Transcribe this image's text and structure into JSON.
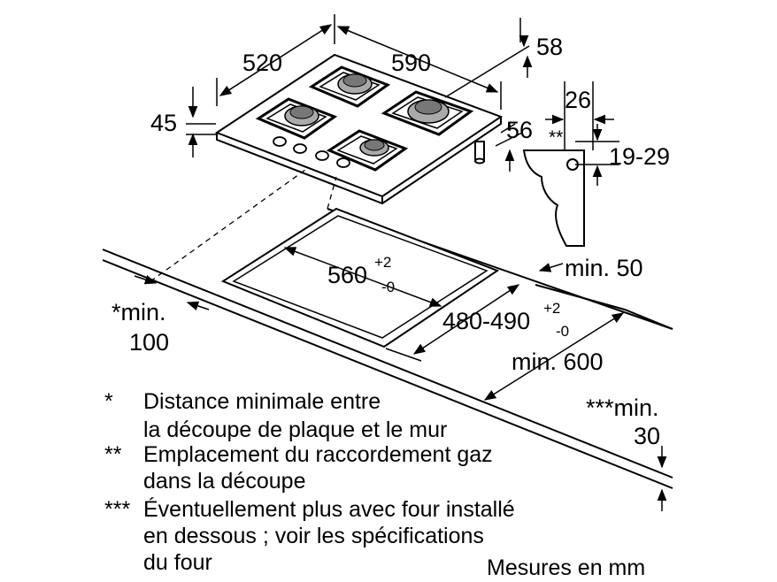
{
  "dimensions": {
    "width": "520",
    "depth": "590",
    "top_clearance": "58",
    "rear_offset": "26",
    "height": "45",
    "gas_depth": "56",
    "gas_range": "19-29",
    "gas_marker": "**",
    "cutout_width": "560",
    "cutout_width_tol_plus": "+2",
    "cutout_width_tol_minus": "-0",
    "cutout_depth": "480-490",
    "cutout_depth_tol_plus": "+2",
    "cutout_depth_tol_minus": "-0",
    "min_rear": "min. 50",
    "min_depth": "min. 600",
    "min_wall_line1": "*min.",
    "min_wall_line2": "100",
    "min_below_line1": "***min.",
    "min_below_line2": "30"
  },
  "notes": [
    {
      "marker": "*",
      "lines": [
        "Distance minimale entre",
        "la découpe de plaque et le mur"
      ]
    },
    {
      "marker": "**",
      "lines": [
        "Emplacement du raccordement gaz",
        "dans la découpe"
      ]
    },
    {
      "marker": "***",
      "lines": [
        "Éventuellement plus avec four installé",
        "en dessous ; voir les spécifications",
        "du four"
      ]
    }
  ],
  "units_label": "Mesures en mm"
}
